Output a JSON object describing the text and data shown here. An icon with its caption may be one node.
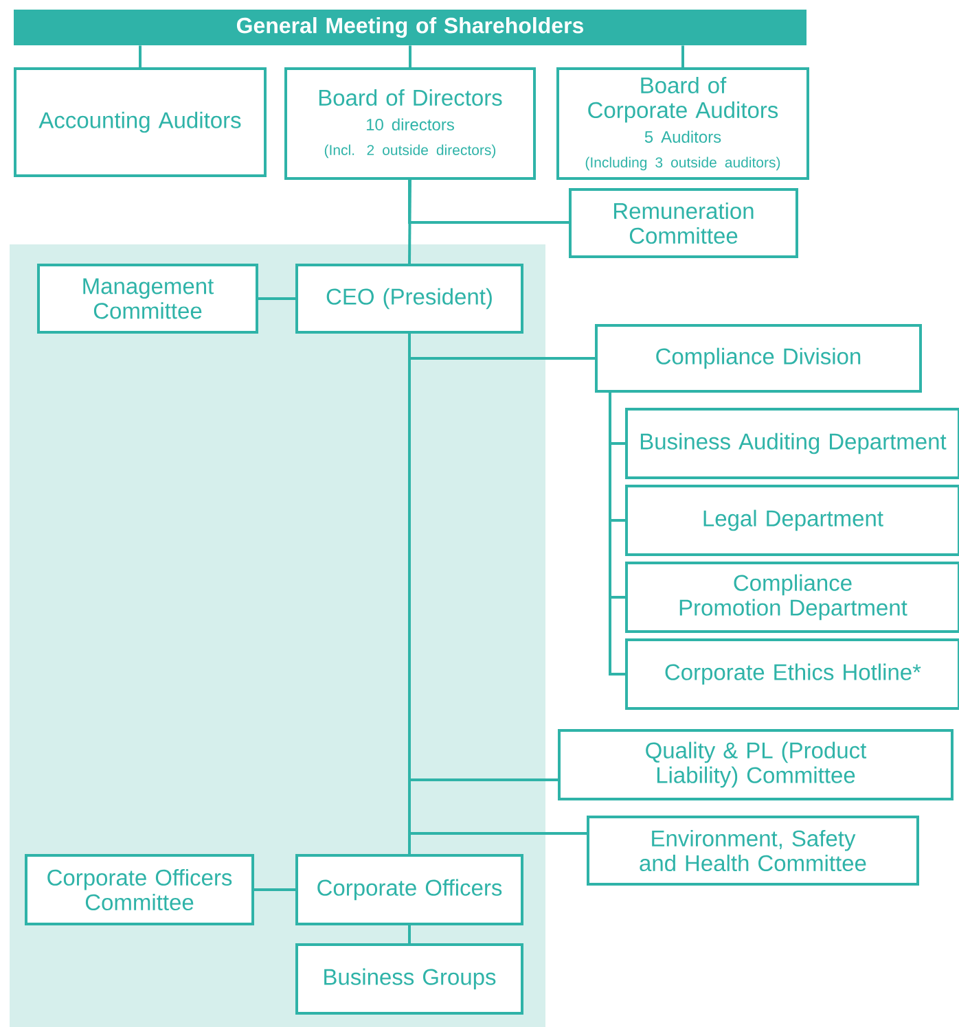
{
  "diagram": {
    "nodes": [
      {
        "text": [
          "General Meeting of Shareholders"
        ]
      },
      {
        "text": [
          "Accounting Auditors"
        ]
      },
      {
        "text": [
          "Board of Directors",
          "10 directors",
          "(Incl. 2 outside directors)"
        ]
      },
      {
        "text": [
          "Board of Corporate Auditors",
          "5 Auditors",
          "(Including 3 outside auditors)"
        ]
      },
      {
        "text": [
          "Remuneration Committee"
        ]
      },
      {
        "text": [
          "Management Committee"
        ]
      },
      {
        "text": [
          "CEO (President)"
        ]
      },
      {
        "text": [
          "Compliance Division"
        ]
      },
      {
        "text": [
          "Business Auditing Department"
        ]
      },
      {
        "text": [
          "Legal Department"
        ]
      },
      {
        "text": [
          "Compliance Promotion Department"
        ]
      },
      {
        "text": [
          "Corporate Ethics Hotline*"
        ]
      },
      {
        "text": [
          "Quality & PL (Product Liability) Committee"
        ]
      },
      {
        "text": [
          "Environment, Safety and Health Committee"
        ]
      },
      {
        "text": [
          "Corporate Officers Committee"
        ]
      },
      {
        "text": [
          "Corporate Officers"
        ]
      },
      {
        "text": [
          "Business Groups"
        ]
      }
    ],
    "edges": [
      {
        "from": 0,
        "to": 1,
        "arrow": "none"
      },
      {
        "from": 0,
        "to": 2,
        "arrow": "none"
      },
      {
        "from": 0,
        "to": 3,
        "arrow": "none"
      },
      {
        "from": 2,
        "to": 4,
        "arrow": "none"
      },
      {
        "from": 2,
        "to": 6,
        "arrow": "none"
      },
      {
        "from": 5,
        "to": 6,
        "arrow": "none"
      },
      {
        "from": 6,
        "to": 7,
        "arrow": "none"
      },
      {
        "from": 7,
        "to": 8,
        "arrow": "none"
      },
      {
        "from": 7,
        "to": 9,
        "arrow": "none"
      },
      {
        "from": 7,
        "to": 10,
        "arrow": "none"
      },
      {
        "from": 7,
        "to": 11,
        "arrow": "none"
      },
      {
        "from": 6,
        "to": 12,
        "arrow": "none"
      },
      {
        "from": 6,
        "to": 13,
        "arrow": "none"
      },
      {
        "from": 6,
        "to": 15,
        "arrow": "none"
      },
      {
        "from": 14,
        "to": 15,
        "arrow": "none"
      },
      {
        "from": 15,
        "to": 16,
        "arrow": "none"
      }
    ]
  }
}
